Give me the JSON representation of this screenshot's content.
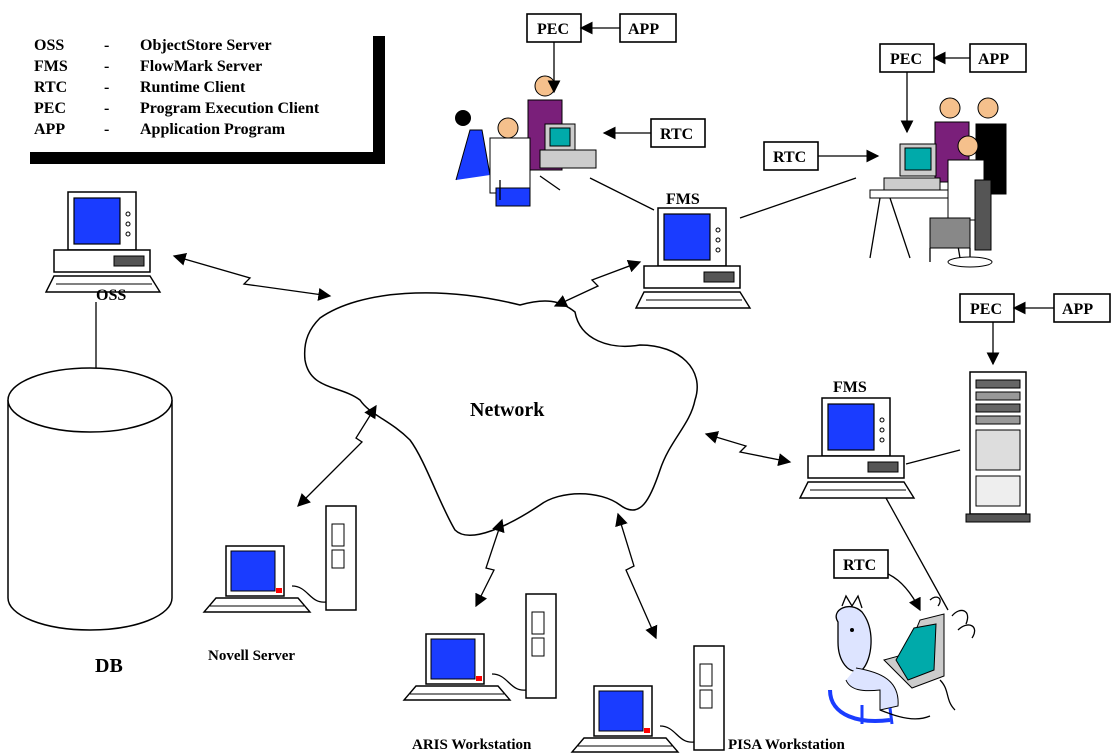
{
  "legend": {
    "items": [
      {
        "abbr": "OSS",
        "dash": "-",
        "desc": "ObjectStore Server"
      },
      {
        "abbr": "FMS",
        "dash": "-",
        "desc": "FlowMark Server"
      },
      {
        "abbr": "RTC",
        "dash": "-",
        "desc": "Runtime Client"
      },
      {
        "abbr": "PEC",
        "dash": "-",
        "desc": "Program Execution Client"
      },
      {
        "abbr": "APP",
        "dash": "-",
        "desc": "Application Program"
      }
    ]
  },
  "nodes": {
    "oss": "OSS",
    "db": "DB",
    "network": "Network",
    "fms_top": "FMS",
    "fms_right": "FMS",
    "novell": "Novell Server",
    "aris": "ARIS Workstation",
    "pisa": "PISA Workstation"
  },
  "boxes": {
    "pec_top": "PEC",
    "app_top": "APP",
    "rtc_top": "RTC",
    "pec_right": "PEC",
    "app_right": "APP",
    "rtc_right": "RTC",
    "pec_server": "PEC",
    "app_server": "APP",
    "rtc_bottom": "RTC"
  },
  "colors": {
    "screen": "#1a3cff",
    "outline": "#000000",
    "purple": "#7a1f7a",
    "teal": "#0aa"
  }
}
